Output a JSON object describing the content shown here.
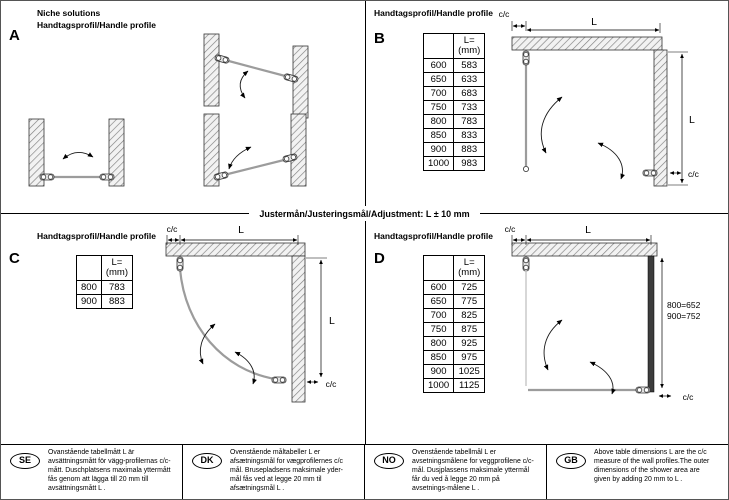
{
  "a": {
    "letter": "A",
    "title1": "Niche solutions",
    "title2": "Handtagsprofil/Handle profile"
  },
  "b": {
    "letter": "B",
    "title": "Handtagsprofil/Handle profile",
    "table": {
      "header_l": "L=",
      "header_mm": "(mm)",
      "rows": [
        [
          "600",
          "583"
        ],
        [
          "650",
          "633"
        ],
        [
          "700",
          "683"
        ],
        [
          "750",
          "733"
        ],
        [
          "800",
          "783"
        ],
        [
          "850",
          "833"
        ],
        [
          "900",
          "883"
        ],
        [
          "1000",
          "983"
        ]
      ]
    },
    "labels": {
      "cc_top": "c/c",
      "l_top": "L",
      "l_right": "L",
      "cc_bottom": "c/c"
    }
  },
  "adjustment": "Justermån/Justeringsmål/Adjustment: L ± 10 mm",
  "c": {
    "letter": "C",
    "title": "Handtagsprofil/Handle profile",
    "table": {
      "header_l": "L=",
      "header_mm": "(mm)",
      "rows": [
        [
          "800",
          "783"
        ],
        [
          "900",
          "883"
        ]
      ]
    },
    "labels": {
      "cc_top": "c/c",
      "l_top": "L",
      "l_right": "L",
      "cc_bottom": "c/c"
    }
  },
  "d": {
    "letter": "D",
    "title": "Handtagsprofil/Handle profile",
    "table": {
      "header_l": "L=",
      "header_mm": "(mm)",
      "rows": [
        [
          "600",
          "725"
        ],
        [
          "650",
          "775"
        ],
        [
          "700",
          "825"
        ],
        [
          "750",
          "875"
        ],
        [
          "800",
          "925"
        ],
        [
          "850",
          "975"
        ],
        [
          "900",
          "1025"
        ],
        [
          "1000",
          "1125"
        ]
      ]
    },
    "labels": {
      "cc_top": "c/c",
      "l_top": "L",
      "cc_bottom": "c/c"
    },
    "annotation": {
      "line1": "800=652",
      "line2": "900=752"
    }
  },
  "footer": {
    "items": [
      {
        "code": "SE",
        "text": "Ovanstående tabellmått L är avsättningsmått för vägg-profilernas c/c-mått. Duschplatsens maximala yttermått fås genom att lägga till 20 mm till avsättningsmått L ."
      },
      {
        "code": "DK",
        "text": "Ovenstående måltabeller L er afsætningsmål for vægprofilernes c/c mål. Brusepladsens maksimale yder-mål fås ved at legge 20 mm til afsætningsmål L ."
      },
      {
        "code": "NO",
        "text": "Ovenstående tabellmål L er avsetningsmålene for veggprofilene c/c- mål. Dusjplassens maksimale yttermål får du ved å legge 20 mm på avsetnings-målene L ."
      },
      {
        "code": "GB",
        "text": "Above table dimensions L are the c/c measure of the wall profiles.The outer dimensions of the shower area are given by adding 20 mm to L ."
      }
    ]
  }
}
